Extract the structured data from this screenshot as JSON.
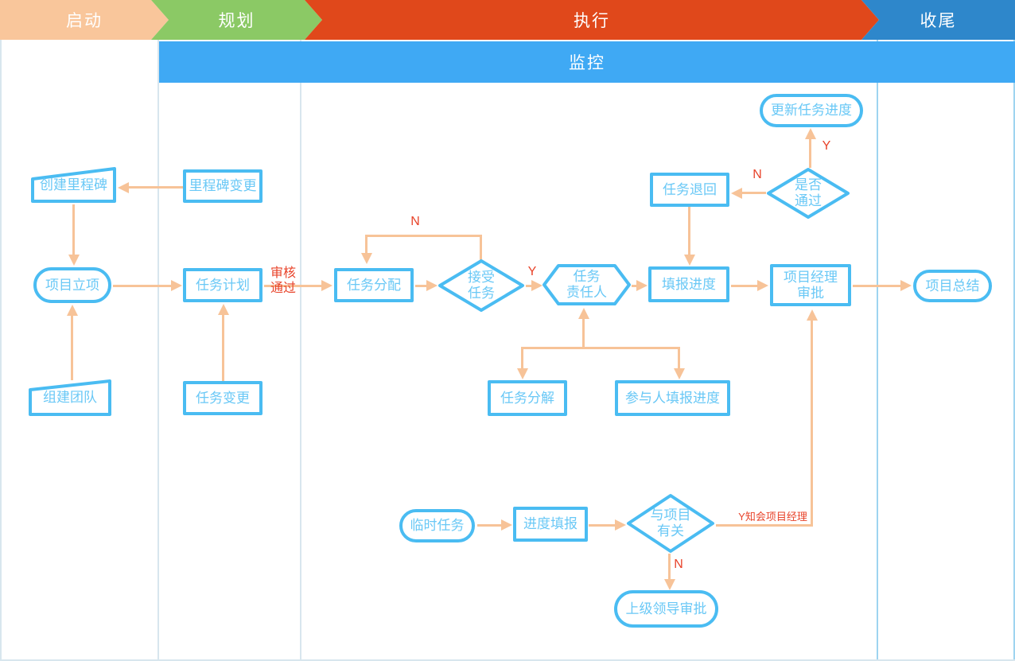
{
  "header": {
    "phases": [
      {
        "label": "启动",
        "color": "#F9C69B"
      },
      {
        "label": "规划",
        "color": "#8BC965"
      },
      {
        "label": "执行",
        "color": "#E0481B"
      },
      {
        "label": "收尾",
        "color": "#2E87CB"
      }
    ],
    "monitor": {
      "label": "监控",
      "color": "#3FA9F4"
    }
  },
  "nodes": {
    "create_milestone": {
      "label": "创建里程碑"
    },
    "milestone_change": {
      "label": "里程碑变更"
    },
    "project_initiation": {
      "label": "项目立项"
    },
    "build_team": {
      "label": "组建团队"
    },
    "task_plan": {
      "label": "任务计划"
    },
    "task_change": {
      "label": "任务变更"
    },
    "task_assign": {
      "label": "任务分配"
    },
    "accept_task": {
      "label": "接受\n任务"
    },
    "task_owner": {
      "label": "任务\n责任人"
    },
    "fill_progress": {
      "label": "填报进度"
    },
    "pm_approve": {
      "label": "项目经理\n审批"
    },
    "project_summary": {
      "label": "项目总结"
    },
    "task_return": {
      "label": "任务退回"
    },
    "pass_check": {
      "label": "是否\n通过"
    },
    "update_progress": {
      "label": "更新任务进度"
    },
    "task_decompose": {
      "label": "任务分解"
    },
    "participant_fill": {
      "label": "参与人填报进度"
    },
    "temp_task": {
      "label": "临时任务"
    },
    "progress_fill": {
      "label": "进度填报"
    },
    "project_related": {
      "label": "与项目\n有关"
    },
    "leader_approve": {
      "label": "上级领导审批"
    }
  },
  "edge_labels": {
    "review_pass": "审核\n通过",
    "accept_no": "N",
    "accept_yes": "Y",
    "pass_no": "N",
    "pass_yes": "Y",
    "related_no": "N",
    "related_yes": "Y知会项目经理"
  },
  "colors": {
    "node_border": "#4ABCF2",
    "node_text": "#69C8F6",
    "arrow": "#F7C398",
    "red_label": "#E8432A",
    "lane_divider": "#D8E6EE",
    "lane_divider_right": "#9ED4F0"
  }
}
